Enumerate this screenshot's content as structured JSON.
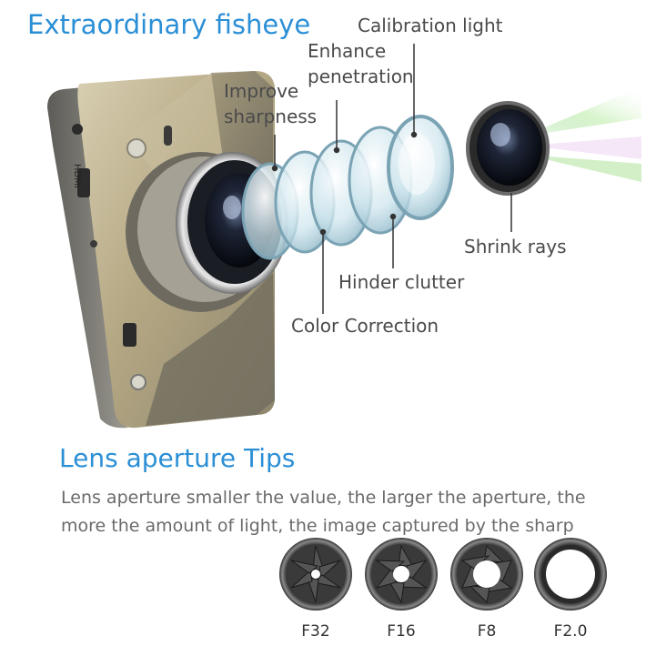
{
  "header": {
    "title": "Extraordinary fisheye"
  },
  "callouts": {
    "calibration_light": "Calibration light",
    "enhance_line1": "Enhance",
    "enhance_line2": "penetration",
    "improve_line1": "Improve",
    "improve_line2": "sharpness",
    "shrink_rays": "Shrink rays",
    "hinder_clutter": "Hinder clutter",
    "color_correction": "Color Correction"
  },
  "camera": {
    "port_label": "HDMI"
  },
  "tips": {
    "title": "Lens aperture Tips",
    "line1": "Lens aperture smaller the value, the larger the aperture, the",
    "line2": "more the amount of light, the image captured by the sharp"
  },
  "apertures": [
    {
      "label": "F32"
    },
    {
      "label": "F16"
    },
    {
      "label": "F8"
    },
    {
      "label": "F2.0"
    }
  ],
  "colors": {
    "accent": "#2b8fd6",
    "body_gold": "#b8ab86",
    "body_dark": "#7c7b76",
    "lens_glass": "#cfe6ee"
  }
}
